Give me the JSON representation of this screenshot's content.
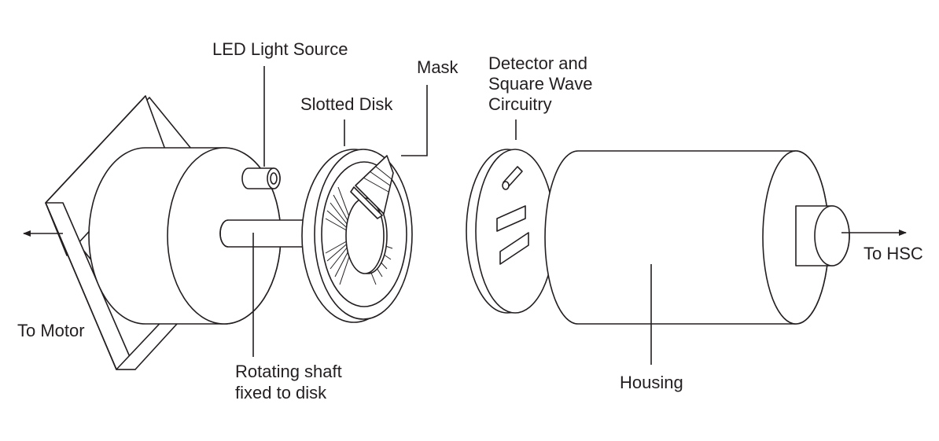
{
  "labels": {
    "led_light_source": "LED Light Source",
    "mask": "Mask",
    "slotted_disk": "Slotted Disk",
    "detector_line1": "Detector and",
    "detector_line2": "Square Wave",
    "detector_line3": "Circuitry",
    "to_motor": "To Motor",
    "rotating_shaft_line1": "Rotating shaft",
    "rotating_shaft_line2": "fixed to disk",
    "housing": "Housing",
    "to_hsc": "To HSC"
  },
  "colors": {
    "line": "#231f20",
    "background": "#ffffff"
  }
}
